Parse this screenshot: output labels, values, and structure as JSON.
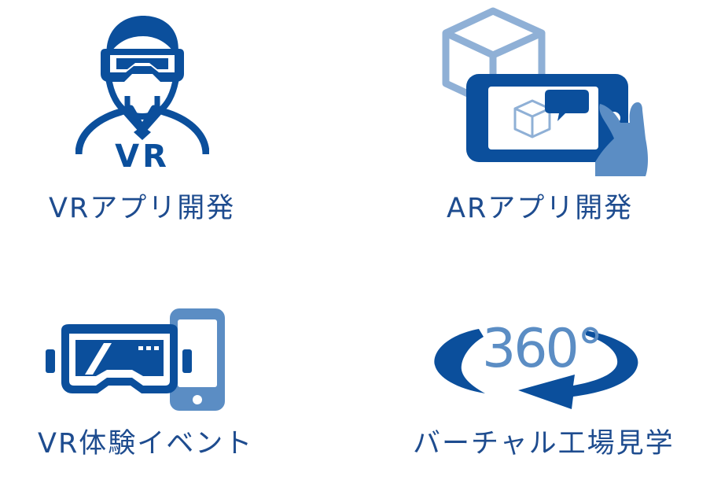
{
  "services": [
    {
      "label": "VRアプリ開発",
      "icon": "vr-person-icon",
      "badge": "VR"
    },
    {
      "label": "ARアプリ開発",
      "icon": "ar-smartphone-icon"
    },
    {
      "label": "VR体験イベント",
      "icon": "vr-goggles-phone-icon"
    },
    {
      "label": "バーチャル工場見学",
      "icon": "rotate-360-icon",
      "badge": "360°"
    }
  ],
  "colors": {
    "primary": "#0b4f9c",
    "secondary": "#5b8dc4",
    "light": "#8fb0d6",
    "text": "#1e4c8f"
  }
}
